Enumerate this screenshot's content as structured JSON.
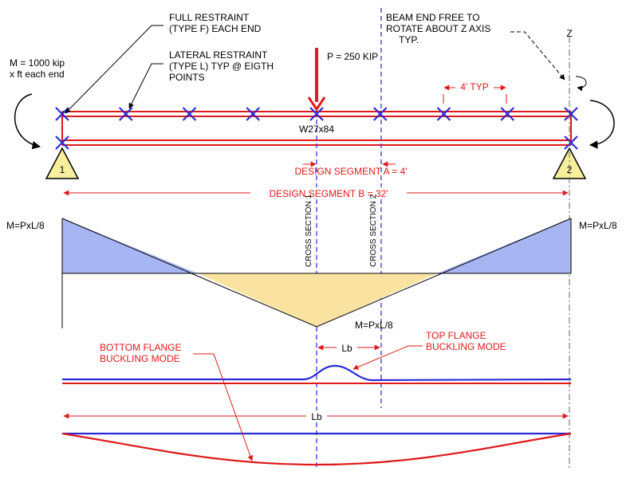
{
  "annotations": {
    "full_restraint": [
      "FULL RESTRAINT",
      "(TYPE F) EACH END"
    ],
    "lateral_restraint": [
      "LATERAL RESTRAINT",
      "(TYPE L) TYP @ EIGTH",
      "POINTS"
    ],
    "moment": [
      "M = 1000 kip",
      "x ft each end"
    ],
    "load": "P = 250 KIP",
    "beam_end": [
      "BEAM END FREE TO",
      "ROTATE ABOUT Z AXIS",
      "TYP."
    ],
    "z_axis": "Z",
    "spacing": "4' TYP",
    "section": "W27x84",
    "support_1": "1",
    "support_2": "2",
    "segment_a": "DESIGN SEGMENT A = 4'",
    "segment_b": "DESIGN SEGMENT B = 32'",
    "moment_left": "M=PxL/8",
    "moment_right": "M=PxL/8",
    "moment_mid": "M=PxL/8",
    "cross_section_1": "CROSS SECTION 1",
    "cross_section_2": "CROSS SECTION 2",
    "bottom_flange_mode": [
      "BOTTOM FLANGE",
      "BUCKLING MODE"
    ],
    "top_flange_mode": [
      "TOP FLANGE",
      "BUCKLING MODE"
    ],
    "lb_short": "Lb",
    "lb_long": "Lb"
  },
  "colors": {
    "red": "#e0191b",
    "blue": "#2b2bd6",
    "dash_blue": "#3434e0",
    "moment_blue": "#a7b5f2",
    "moment_yellow": "#fae3a0",
    "support_fill": "#f7ef9c",
    "black": "#000000"
  }
}
